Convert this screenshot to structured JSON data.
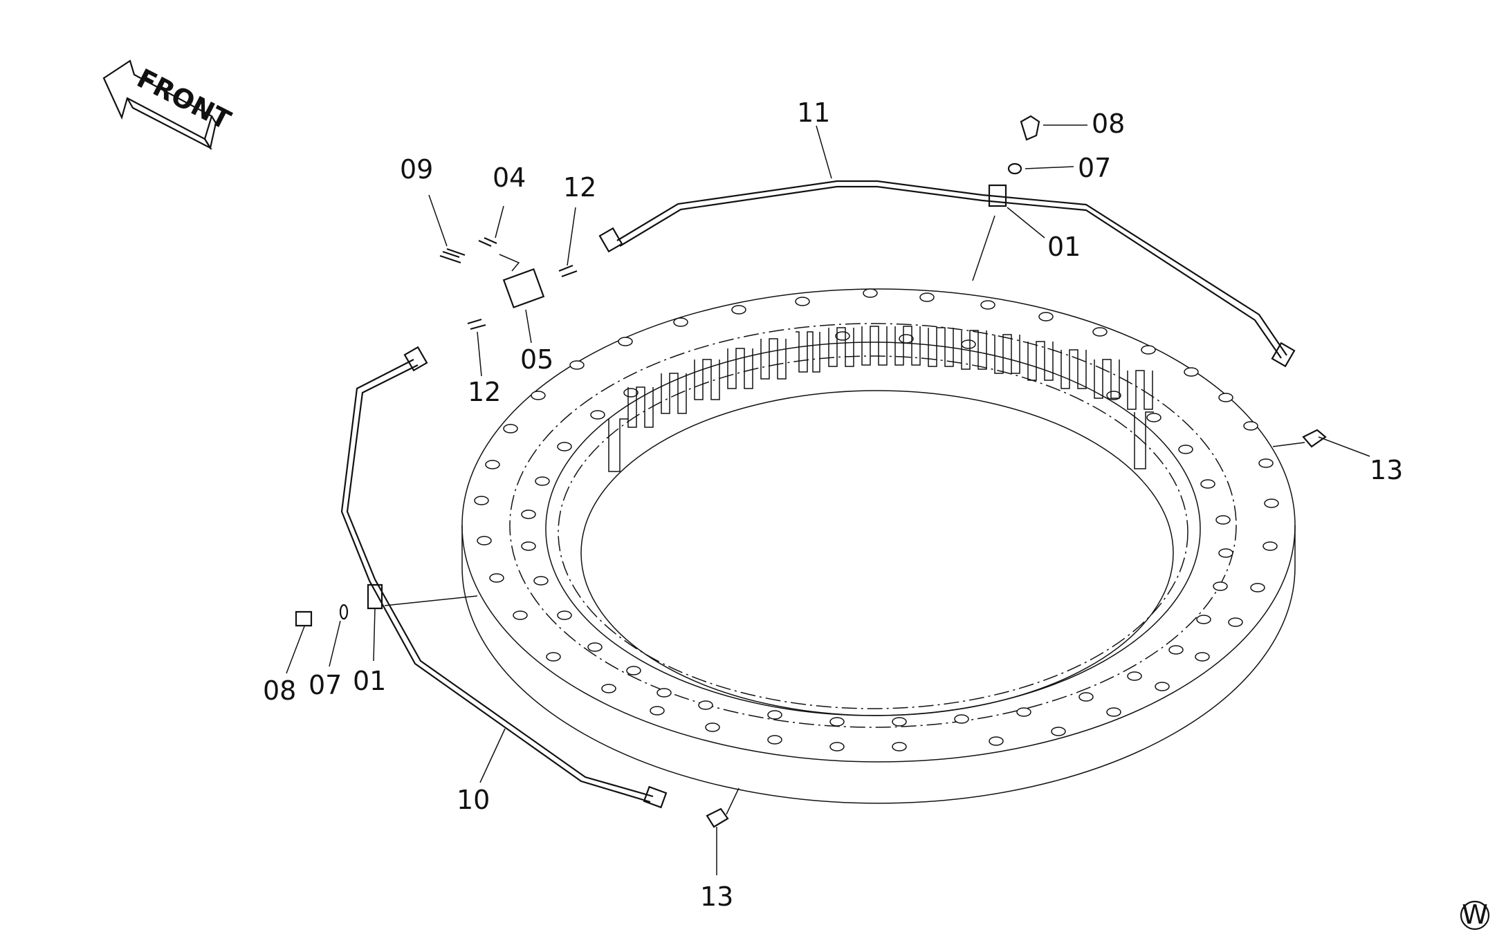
{
  "front_arrow": {
    "label": "FRONT"
  },
  "parts": [
    {
      "id": "p11",
      "label": "11"
    },
    {
      "id": "p08a",
      "label": "08"
    },
    {
      "id": "p07a",
      "label": "07"
    },
    {
      "id": "p01a",
      "label": "01"
    },
    {
      "id": "p09",
      "label": "09"
    },
    {
      "id": "p04",
      "label": "04"
    },
    {
      "id": "p12a",
      "label": "12"
    },
    {
      "id": "p05",
      "label": "05"
    },
    {
      "id": "p12b",
      "label": "12"
    },
    {
      "id": "p13a",
      "label": "13"
    },
    {
      "id": "p08b",
      "label": "08"
    },
    {
      "id": "p07b",
      "label": "07"
    },
    {
      "id": "p01b",
      "label": "01"
    },
    {
      "id": "p10",
      "label": "10"
    },
    {
      "id": "p13b",
      "label": "13"
    }
  ],
  "corner_mark": "W"
}
